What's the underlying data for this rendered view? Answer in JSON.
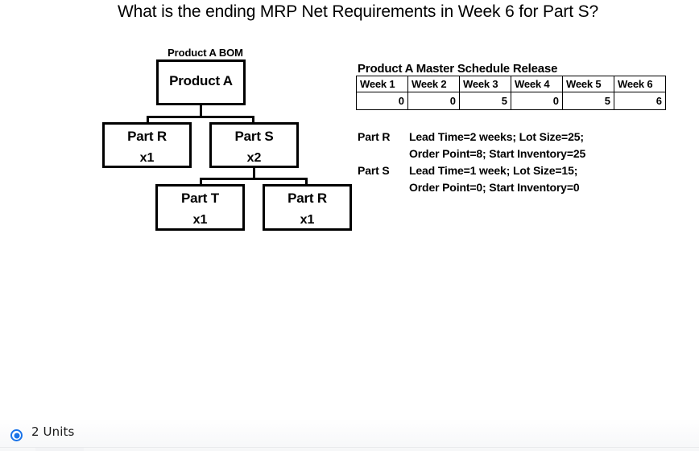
{
  "question": {
    "title": "What is the ending MRP Net Requirements in Week 6 for Part S?"
  },
  "bom": {
    "caption": "Product A BOM",
    "nodes": {
      "product_a": {
        "name": "Product A",
        "qty": ""
      },
      "part_r_level1": {
        "name": "Part R",
        "qty": "x1"
      },
      "part_s": {
        "name": "Part S",
        "qty": "x2"
      },
      "part_t": {
        "name": "Part T",
        "qty": "x1"
      },
      "part_r_level2": {
        "name": "Part R",
        "qty": "x1"
      }
    }
  },
  "schedule": {
    "heading": "Product A Master Schedule Release",
    "headers": [
      "Week 1",
      "Week 2",
      "Week 3",
      "Week 4",
      "Week 5",
      "Week 6"
    ],
    "values": [
      "0",
      "0",
      "5",
      "0",
      "5",
      "6"
    ]
  },
  "specs": [
    {
      "part": "Part R",
      "line1": "Lead Time=2 weeks; Lot Size=25;",
      "line2": "Order Point=8; Start Inventory=25"
    },
    {
      "part": "Part S",
      "line1": "Lead Time=1 week; Lot Size=15;",
      "line2": "Order Point=0; Start Inventory=0"
    }
  ],
  "answers": {
    "selected_option": "2 Units"
  },
  "colors": {
    "accent": "#1a73e8",
    "line": "#000000",
    "background": "#ffffff"
  }
}
